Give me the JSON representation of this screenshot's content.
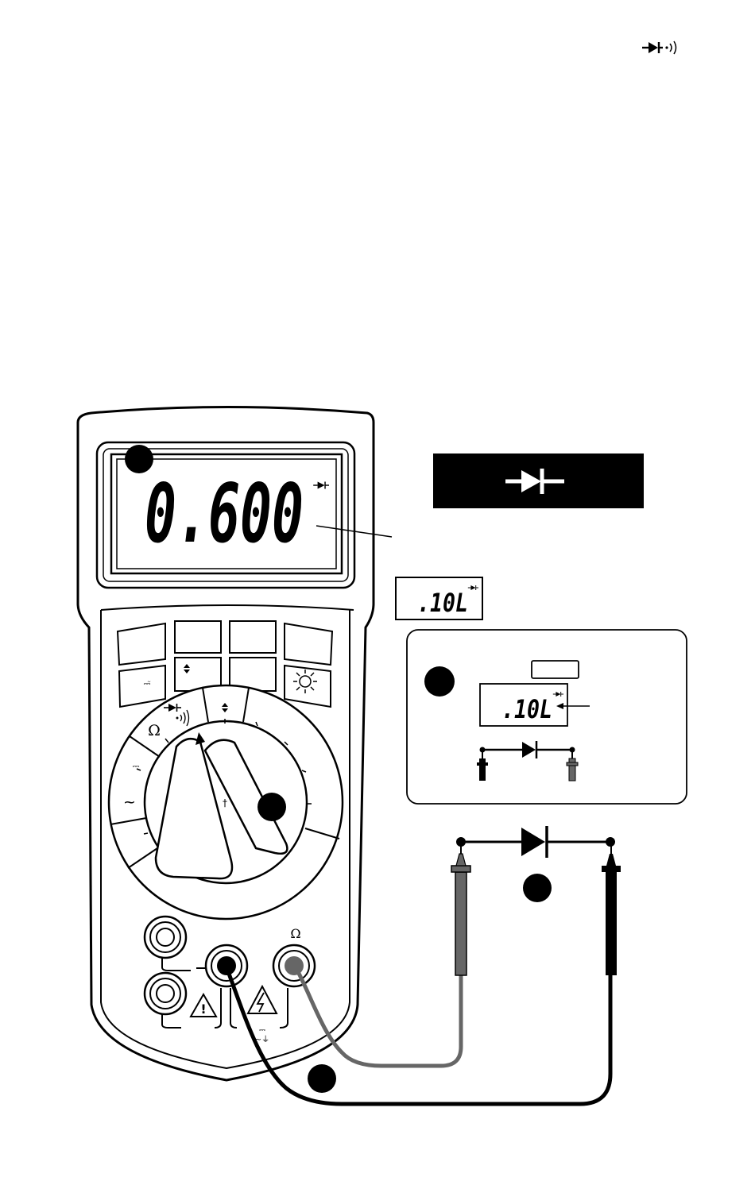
{
  "header": {
    "mode_icon": "diode-continuity-icon"
  },
  "meter": {
    "main_display": "0.600",
    "display_annunciator": "diode-icon",
    "open_reading": ".10L",
    "open_annunciator": "diode-icon",
    "dial_labels": {
      "ohm": "Ω",
      "ac": "~",
      "dc": "⎓"
    },
    "jack_labels": {
      "ohm_jack": "Ω"
    }
  },
  "callout_banner": {
    "icon": "diode-icon"
  },
  "inset": {
    "reading": ".10L",
    "annunciator": "diode-icon"
  },
  "colors": {
    "ink": "#000000",
    "lead_red": "#666666",
    "background": "#ffffff"
  }
}
